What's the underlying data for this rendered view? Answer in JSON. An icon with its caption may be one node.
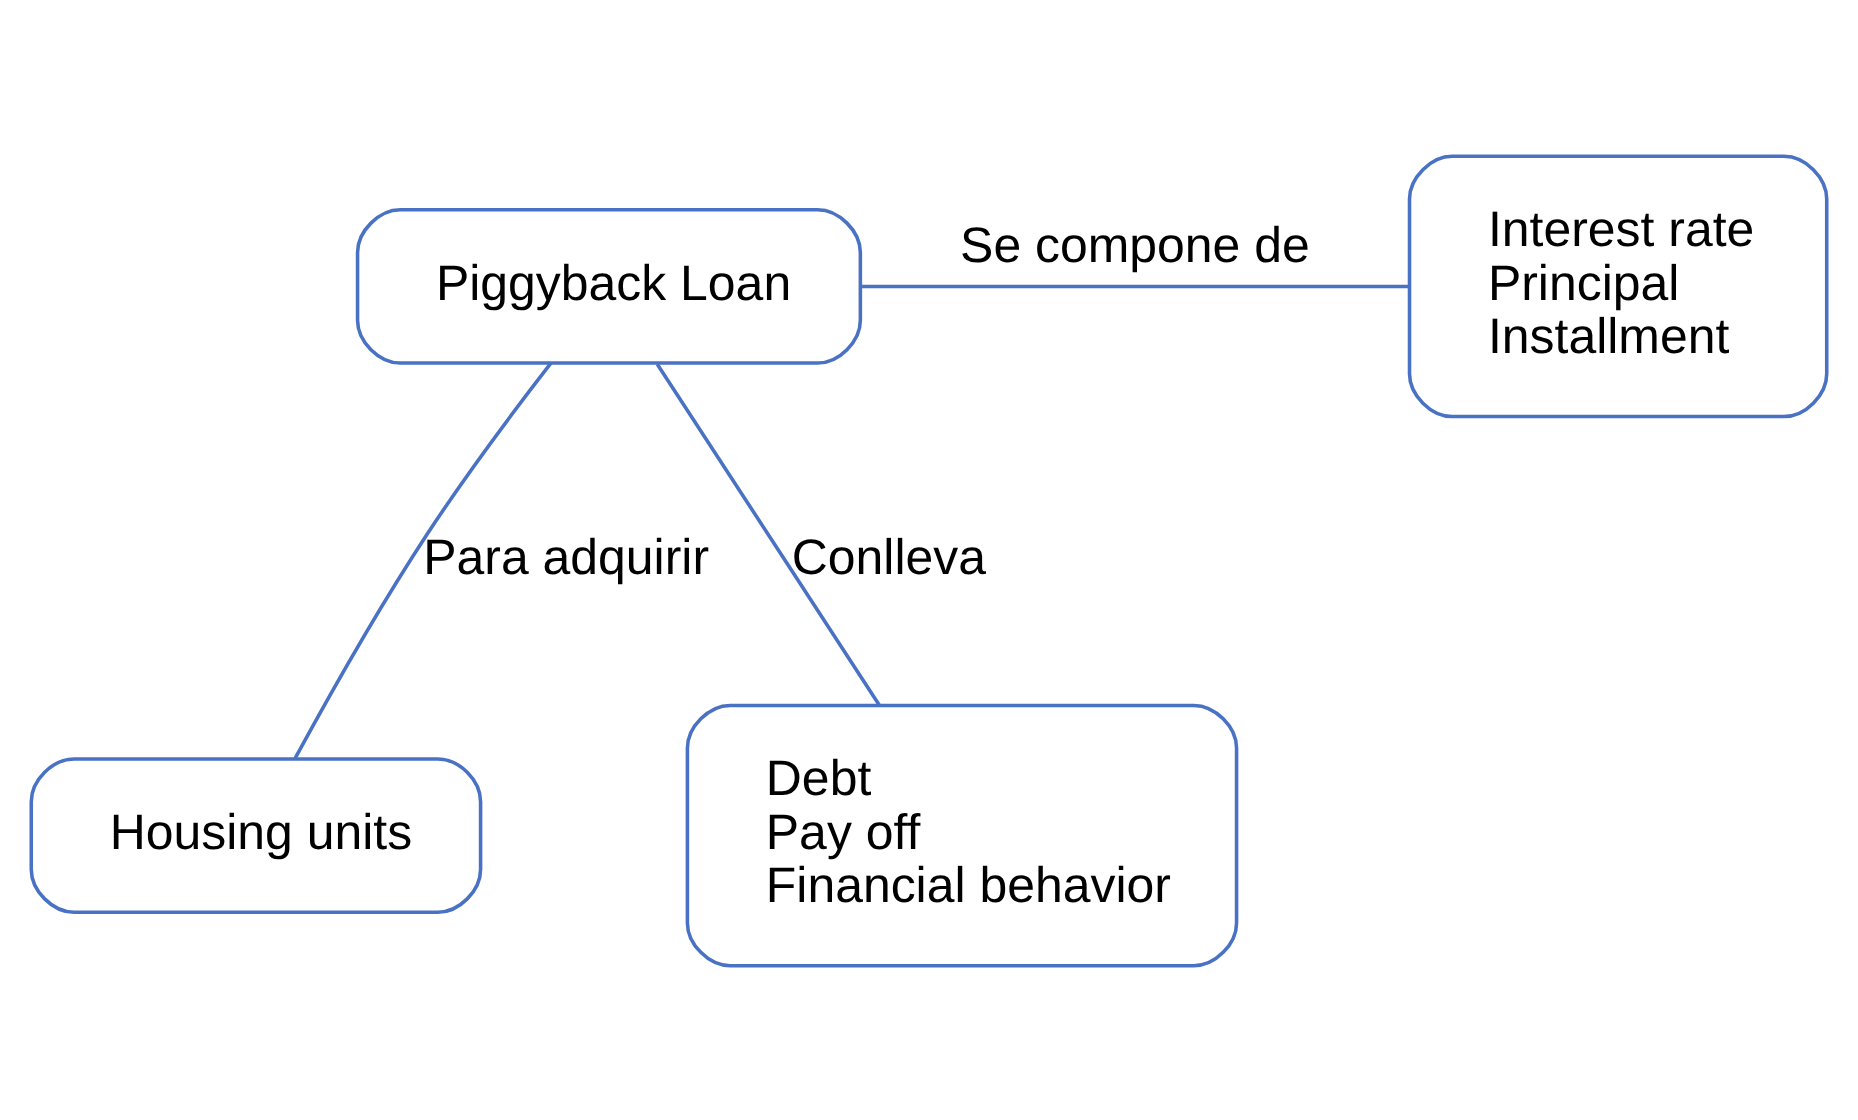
{
  "diagram": {
    "nodes": [
      {
        "text": [
          "Piggyback Loan"
        ]
      },
      {
        "text": [
          "Interest rate",
          "Principal",
          "Installment"
        ]
      },
      {
        "text": [
          "Housing units"
        ]
      },
      {
        "text": [
          "Debt",
          "Pay off",
          "Financial behavior"
        ]
      }
    ],
    "edges": [
      {
        "from": 0,
        "to": 1,
        "arrow": "none",
        "label": "Se compone de"
      },
      {
        "from": 0,
        "to": 2,
        "arrow": "none",
        "label": "Para adquirir"
      },
      {
        "from": 0,
        "to": 3,
        "arrow": "none",
        "label": "Conlleva"
      }
    ]
  }
}
